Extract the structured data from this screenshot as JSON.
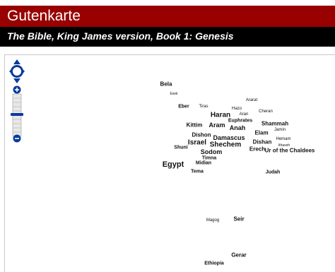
{
  "header": {
    "title": "Gutenkarte",
    "subtitle": "The Bible, King James version, Book 1: Genesis"
  },
  "colors": {
    "title_bar": "#990000",
    "subtitle_bar": "#000000",
    "control_blue": "#0b3a9c"
  },
  "controls": {
    "pan_icon": "pan-compass-icon",
    "zoom_in_icon": "plus-icon",
    "zoom_out_icon": "minus-icon"
  },
  "places": [
    {
      "id": "bela",
      "label": "Bela"
    },
    {
      "id": "esek",
      "label": "Esek"
    },
    {
      "id": "eber",
      "label": "Eber"
    },
    {
      "id": "tiras",
      "label": "Tiras"
    },
    {
      "id": "ararat",
      "label": "Ararat"
    },
    {
      "id": "hazo",
      "label": "Hazo"
    },
    {
      "id": "haran",
      "label": "Haran"
    },
    {
      "id": "aran",
      "label": "Aran"
    },
    {
      "id": "cheran",
      "label": "Cheran"
    },
    {
      "id": "euphrates",
      "label": "Euphrates"
    },
    {
      "id": "kittim",
      "label": "Kittim"
    },
    {
      "id": "aram",
      "label": "Aram"
    },
    {
      "id": "anah",
      "label": "Anah"
    },
    {
      "id": "shammah",
      "label": "Shammah"
    },
    {
      "id": "jamin",
      "label": "Jamin"
    },
    {
      "id": "dishon",
      "label": "Dishon"
    },
    {
      "id": "elam",
      "label": "Elam"
    },
    {
      "id": "damascus",
      "label": "Damascus"
    },
    {
      "id": "hemam",
      "label": "Hemam"
    },
    {
      "id": "israel",
      "label": "Israel"
    },
    {
      "id": "dishan",
      "label": "Dishan"
    },
    {
      "id": "ithaveh",
      "label": "Ithaveh"
    },
    {
      "id": "shechem",
      "label": "Shechem"
    },
    {
      "id": "shuni",
      "label": "Shuni"
    },
    {
      "id": "erech",
      "label": "Erech"
    },
    {
      "id": "ur",
      "label": "Ur of the Chaldees"
    },
    {
      "id": "sodom",
      "label": "Sodom"
    },
    {
      "id": "timna",
      "label": "Timna"
    },
    {
      "id": "egypt",
      "label": "Egypt"
    },
    {
      "id": "midian",
      "label": "Midian"
    },
    {
      "id": "tema",
      "label": "Tema"
    },
    {
      "id": "judah",
      "label": "Judah"
    },
    {
      "id": "magog",
      "label": "Magog"
    },
    {
      "id": "seir",
      "label": "Seir"
    },
    {
      "id": "gerar",
      "label": "Gerar"
    },
    {
      "id": "ethiopia",
      "label": "Ethiopia"
    }
  ]
}
